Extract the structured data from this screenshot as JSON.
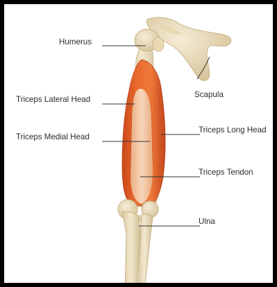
{
  "labels": {
    "humerus": "Humerus",
    "scapula": "Scapula",
    "triceps_lateral_head": "Triceps Lateral Head",
    "triceps_long_head": "Triceps Long Head",
    "triceps_medial_head": "Triceps Medial Head",
    "triceps_tendon": "Triceps Tendon",
    "ulna": "Ulna"
  },
  "colors": {
    "frame": "#000000",
    "bone": "#efe2c4",
    "bone_shade": "#d8c8a0",
    "muscle": "#e0642a",
    "muscle_dark": "#c94a1a",
    "tendon": "#f3d6b8",
    "leader_line": "#333333"
  }
}
